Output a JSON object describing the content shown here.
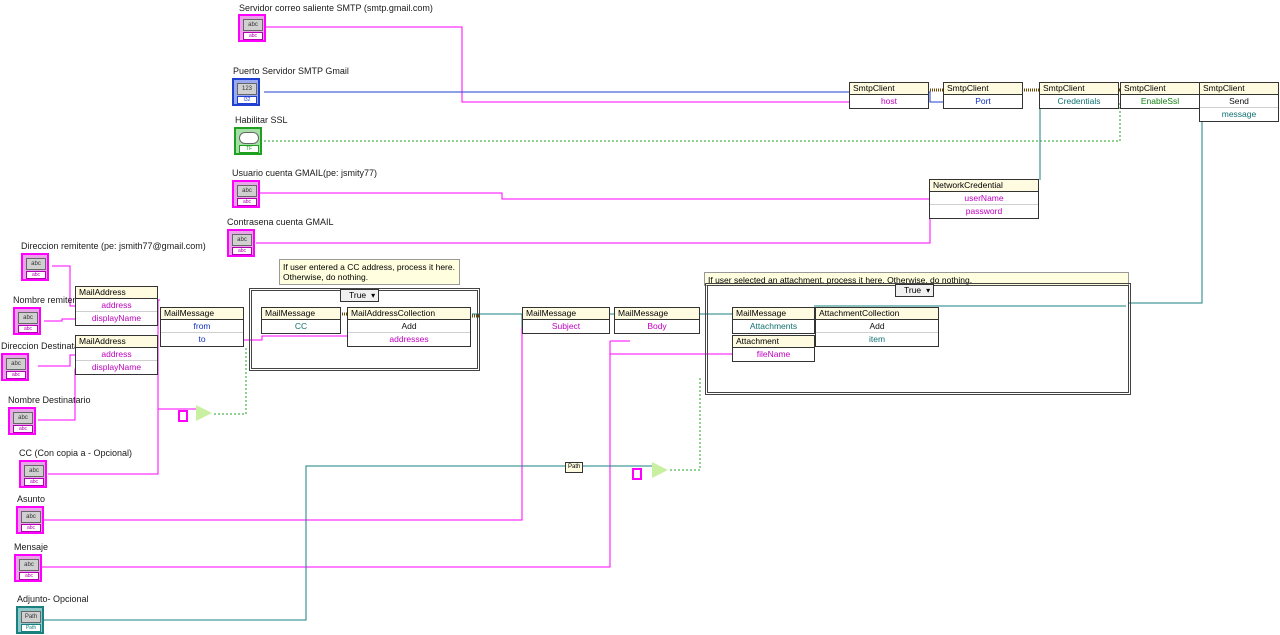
{
  "controls": {
    "smtp_server": {
      "label": "Servidor correo saliente SMTP (smtp.gmail.com)",
      "glyph": "abc"
    },
    "smtp_port": {
      "label": "Puerto Servidor SMTP Gmail",
      "glyph": "123"
    },
    "ssl": {
      "label": "Habilitar SSL",
      "glyph": "TF"
    },
    "user": {
      "label": "Usuario cuenta GMAIL(pe: jsmity77)",
      "glyph": "abc"
    },
    "password": {
      "label": "Contrasena cuenta GMAIL",
      "glyph": "abc"
    },
    "sender_addr": {
      "label": "Direccion remitente (pe: jsmith77@gmail.com)",
      "glyph": "abc"
    },
    "sender_name": {
      "label": "Nombre remitente",
      "glyph": "abc"
    },
    "dest_addr": {
      "label": "Direccion Destinatario",
      "glyph": "abc"
    },
    "dest_name": {
      "label": "Nombre Destinatario",
      "glyph": "abc"
    },
    "cc": {
      "label": "CC (Con copia a - Opcional)",
      "glyph": "abc"
    },
    "subject": {
      "label": "Asunto",
      "glyph": "abc"
    },
    "message": {
      "label": "Mensaje",
      "glyph": "abc"
    },
    "attachment": {
      "label": "Adjunto- Opcional",
      "glyph": "Path"
    }
  },
  "nodes": {
    "smtp1": {
      "title": "SmtpClient",
      "rows": [
        "host"
      ]
    },
    "smtp2": {
      "title": "SmtpClient",
      "rows": [
        "Port"
      ]
    },
    "smtp3": {
      "title": "SmtpClient",
      "rows": [
        "Credentials"
      ]
    },
    "smtp4": {
      "title": "SmtpClient",
      "rows": [
        "EnableSsl"
      ]
    },
    "smtp5": {
      "title": "SmtpClient",
      "rows": [
        "Send",
        "message"
      ]
    },
    "netcred": {
      "title": "NetworkCredential",
      "rows": [
        "userName",
        "password"
      ]
    },
    "mailaddr1": {
      "title": "MailAddress",
      "rows": [
        "address",
        "displayName"
      ]
    },
    "mailaddr2": {
      "title": "MailAddress",
      "rows": [
        "address",
        "displayName"
      ]
    },
    "mailmsg1": {
      "title": "MailMessage",
      "rows": [
        "from",
        "to"
      ]
    },
    "mailmsg2": {
      "title": "MailMessage",
      "rows": [
        "CC"
      ]
    },
    "addrcoll": {
      "title": "MailAddressCollection",
      "rows": [
        "Add",
        "addresses"
      ]
    },
    "mailmsg3": {
      "title": "MailMessage",
      "rows": [
        "Subject"
      ]
    },
    "mailmsg4": {
      "title": "MailMessage",
      "rows": [
        "Body"
      ]
    },
    "mailmsg5": {
      "title": "MailMessage",
      "rows": [
        "Attachments"
      ]
    },
    "attcoll": {
      "title": "AttachmentCollection",
      "rows": [
        "Add",
        "item"
      ]
    },
    "attach": {
      "title": "Attachment",
      "rows": [
        "fileName"
      ]
    }
  },
  "case_structures": {
    "cc_case": {
      "selector": "True",
      "comment": "If user entered a CC address, process it here.\nOtherwise, do nothing."
    },
    "attach_case": {
      "selector": "True",
      "comment": "If user selected an attachment, process it here.  Otherwise, do nothing."
    }
  },
  "functions": {
    "path_to_string": "Path"
  },
  "colors": {
    "string_wire": "#ff00ff",
    "numeric_wire": "#2040d0",
    "boolean_wire": "#20a020",
    "refnum_wire": "#1a8080"
  },
  "icons": [
    "string-control-icon",
    "numeric-control-icon",
    "boolean-control-icon",
    "path-control-icon",
    "empty-string-compare-icon"
  ]
}
